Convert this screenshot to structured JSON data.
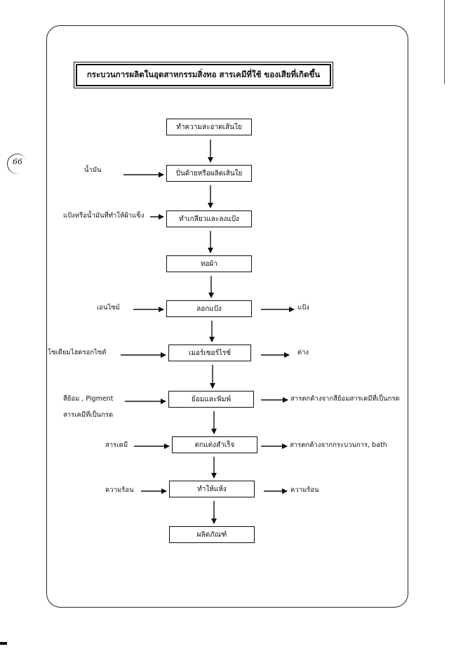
{
  "page_number": "66",
  "title": "กระบวนการผลิตในอุตสาหกรรมสิ่งทอ  สารเคมีที่ใช้ ของเสียที่เกิดขึ้น",
  "steps": [
    "ทำความสะอาดเส้นใย",
    "ปั่นด้ายหรือผลิตเส้นใย",
    "ทำเกลียวและลงแป้ง",
    "ทอผ้า",
    "ลอกแป้ง",
    "เมอร์เซอร์ไรซ์",
    "ย้อมและพิมพ์",
    "ตกแต่งสำเร็จ",
    "ทำให้แห้ง",
    "ผลิตภัณฑ์"
  ],
  "inputs": {
    "step2": "น้ำมัน",
    "step3": "แป้งหรือน้ำมันที่ทำให้ผ้าแข็ง",
    "step5": "เอนไซม์",
    "step6": "โซเดียมไฮดรอกไซด์",
    "step7_line1": "สีย้อม , Pigment",
    "step7_line2": "สารเคมีที่เป็นกรด",
    "step8": "สารเคมี",
    "step9": "ความร้อน"
  },
  "outputs": {
    "step5": "แป้ง",
    "step6": "ด่าง",
    "step7": "สารตกค้างจากสีย้อมสารเคมีที่เป็นกรด",
    "step8": "สารตกค้างจากกระบวนการ, bath",
    "step9": "ความร้อน"
  }
}
